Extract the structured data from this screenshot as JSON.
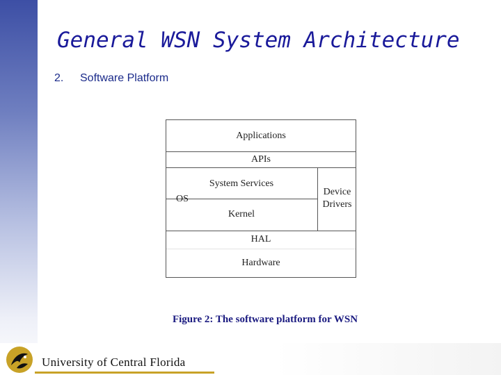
{
  "slide": {
    "title": "General WSN System Architecture",
    "bullet_number": "2.",
    "bullet_text": "Software Platform"
  },
  "diagram": {
    "layers": {
      "applications": "Applications",
      "apis": "APIs",
      "system_services": "System Services",
      "os": "OS",
      "kernel": "Kernel",
      "device_drivers_line1": "Device",
      "device_drivers_line2": "Drivers",
      "hal": "HAL",
      "hardware": "Hardware"
    },
    "caption": "Figure 2: The software platform for WSN"
  },
  "footer": {
    "university": "University of Central Florida",
    "colors": {
      "gold": "#c8a227",
      "black": "#111111"
    }
  },
  "theme": {
    "title_color": "#1a1a9a",
    "sidebar_color": "#3d4fa5"
  }
}
